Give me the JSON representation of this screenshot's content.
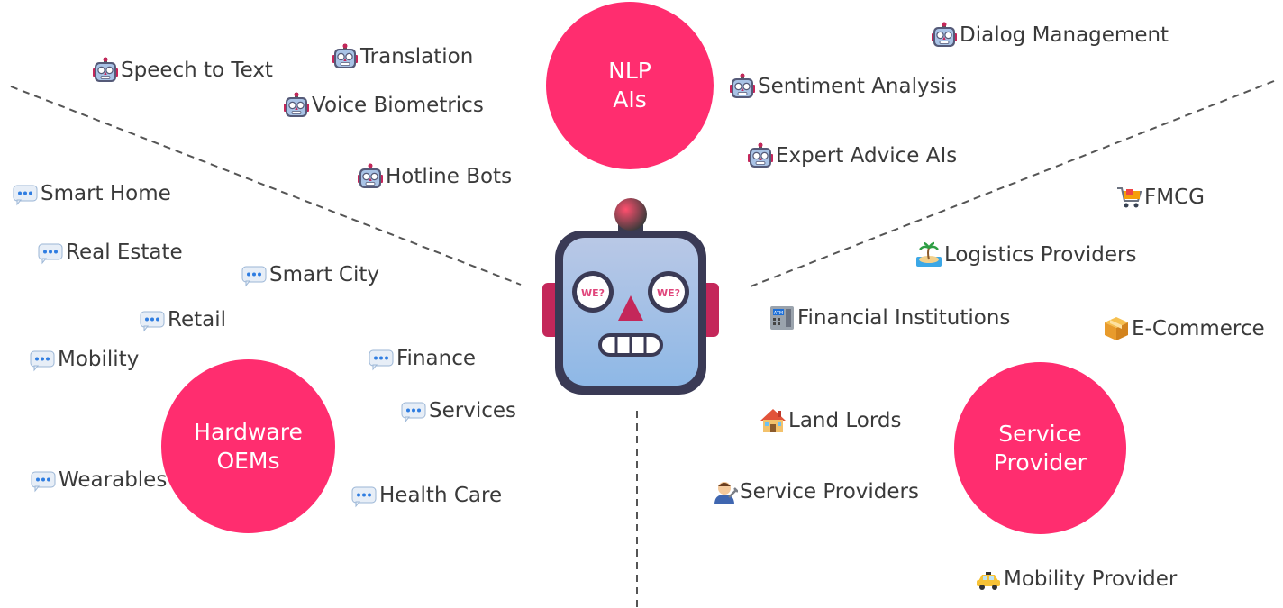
{
  "hubs": {
    "nlp": "NLP\nAIs",
    "hardware": "Hardware\nOEMs",
    "service": "Service\nProvider"
  },
  "robot": {
    "eye_label": "WE?"
  },
  "nlp_items": [
    {
      "label": "Speech to Text",
      "icon": "robot-icon"
    },
    {
      "label": "Translation",
      "icon": "robot-icon"
    },
    {
      "label": "Voice Biometrics",
      "icon": "robot-icon"
    },
    {
      "label": "Hotline Bots",
      "icon": "robot-icon"
    },
    {
      "label": "Dialog Management",
      "icon": "robot-icon"
    },
    {
      "label": "Sentiment Analysis",
      "icon": "robot-icon"
    },
    {
      "label": "Expert Advice AIs",
      "icon": "robot-icon"
    }
  ],
  "hardware_items": [
    {
      "label": "Smart Home",
      "icon": "speech-bubble-icon"
    },
    {
      "label": "Real Estate",
      "icon": "speech-bubble-icon"
    },
    {
      "label": "Smart City",
      "icon": "speech-bubble-icon"
    },
    {
      "label": "Retail",
      "icon": "speech-bubble-icon"
    },
    {
      "label": "Mobility",
      "icon": "speech-bubble-icon"
    },
    {
      "label": "Finance",
      "icon": "speech-bubble-icon"
    },
    {
      "label": "Services",
      "icon": "speech-bubble-icon"
    },
    {
      "label": "Wearables",
      "icon": "speech-bubble-icon"
    },
    {
      "label": "Health Care",
      "icon": "speech-bubble-icon"
    }
  ],
  "service_items": [
    {
      "label": "FMCG",
      "icon": "shopping-cart-icon"
    },
    {
      "label": "Logistics Providers",
      "icon": "island-icon"
    },
    {
      "label": "Financial Institutions",
      "icon": "atm-icon"
    },
    {
      "label": "E-Commerce",
      "icon": "package-icon"
    },
    {
      "label": "Land Lords",
      "icon": "house-icon"
    },
    {
      "label": "Service Providers",
      "icon": "mechanic-icon"
    },
    {
      "label": "Mobility Provider",
      "icon": "taxi-icon"
    }
  ]
}
